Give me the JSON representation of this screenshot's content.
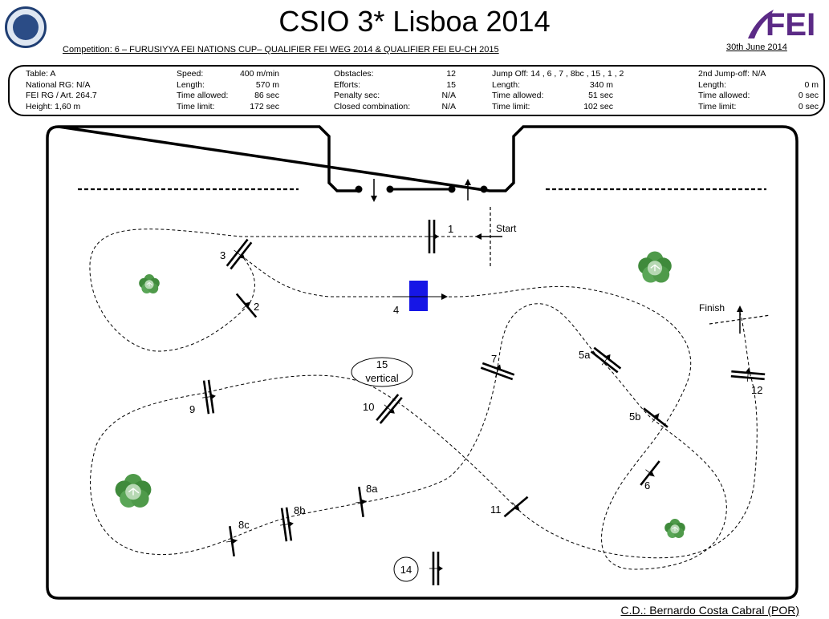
{
  "header": {
    "title": "CSIO 3* Lisboa 2014",
    "competition": "Competition: 6 – FURUSIYYA FEI NATIONS CUP– QUALIFIER FEI WEG 2014 & QUALIFIER FEI EU-CH 2015",
    "date": "30th June  2014",
    "logo_text": "FEI"
  },
  "info": {
    "col1": [
      "Table: A",
      "National RG: N/A",
      "FEI RG / Art. 264.7",
      "Height: 1,60 m"
    ],
    "col2_labels": [
      "Speed:",
      "Length:",
      "Time allowed:",
      "Time limit:"
    ],
    "col2_values": [
      "400 m/min",
      "570 m",
      "86 sec",
      "172 sec"
    ],
    "col3_labels": [
      "Obstacles:",
      "Efforts:",
      "Penalty sec:",
      "Closed combination:"
    ],
    "col3_values": [
      "12",
      "15",
      "N/A",
      "N/A"
    ],
    "col4_labels": [
      "Jump Off: 14 , 6 , 7 , 8bc , 15 , 1 , 2",
      "Length:",
      "Time allowed:",
      "Time limit:"
    ],
    "col4_values": [
      "",
      "340 m",
      "51 sec",
      "102 sec"
    ],
    "col5_labels": [
      "2nd Jump-off: N/A",
      "Length:",
      "Time allowed:",
      "Time limit:"
    ],
    "col5_values": [
      "",
      "0 m",
      "0 sec",
      "0 sec"
    ]
  },
  "course": {
    "start_label": "Start",
    "finish_label": "Finish",
    "vertical_number": "15",
    "vertical_label": "vertical",
    "obstacles": [
      "1",
      "2",
      "3",
      "4",
      "5a",
      "5b",
      "6",
      "7",
      "8a",
      "8b",
      "8c",
      "9",
      "10",
      "11",
      "12",
      "14"
    ]
  },
  "footer": {
    "designer": "C.D.: Bernardo Costa Cabral (POR)"
  },
  "colors": {
    "water": "#1616e6",
    "tree": "#4f9a4a",
    "fei": "#5b2a86"
  }
}
